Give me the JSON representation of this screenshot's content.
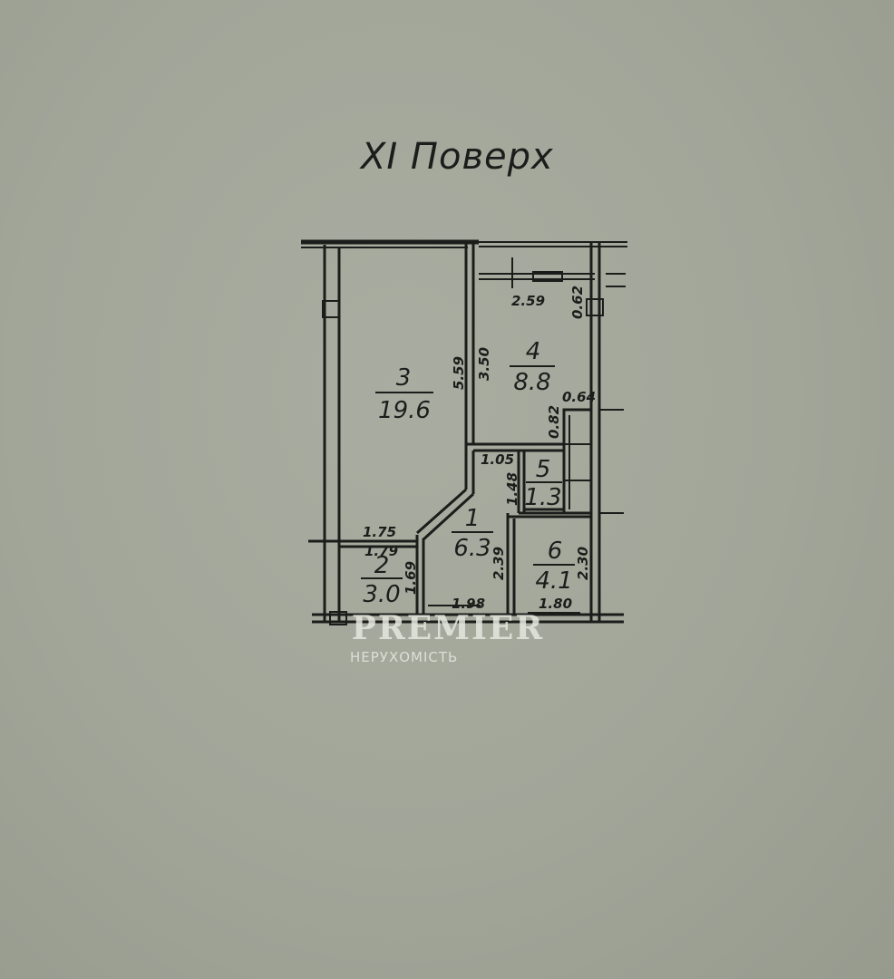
{
  "title": "XI Поверх",
  "rooms": [
    {
      "id": "3",
      "number": "3",
      "area": "19.6"
    },
    {
      "id": "4",
      "number": "4",
      "area": "8.8"
    },
    {
      "id": "5",
      "number": "5",
      "area": "1.3"
    },
    {
      "id": "1",
      "number": "1",
      "area": "6.3"
    },
    {
      "id": "6",
      "number": "6",
      "area": "4.1"
    },
    {
      "id": "2",
      "number": "2",
      "area": "3.0"
    }
  ],
  "dimensions": {
    "d_2_59": "2.59",
    "d_0_62": "0.62",
    "d_5_59": "5.59",
    "d_3_50": "3.50",
    "d_0_64": "0.64",
    "d_0_82": "0.82",
    "d_1_05": "1.05",
    "d_1_48": "1.48",
    "d_1_75": "1.75",
    "d_1_79": "1.79",
    "d_1_69": "1.69",
    "d_2_39": "2.39",
    "d_2_30": "2.30",
    "d_1_98": "1.98",
    "d_1_80": "1.80"
  },
  "watermark": {
    "brand": "PREMIER",
    "subtitle": "НЕРУХОМІСТЬ"
  }
}
